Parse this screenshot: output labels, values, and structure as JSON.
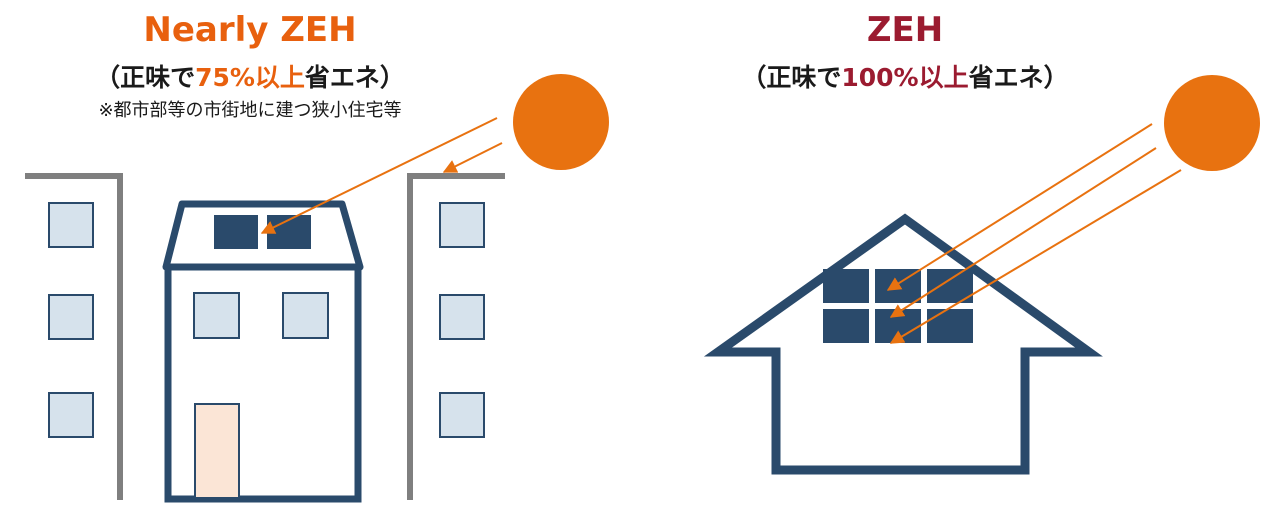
{
  "left": {
    "title": "Nearly ZEH",
    "subtitle_open": "（正味で",
    "subtitle_highlight": "75%以上",
    "subtitle_close": "省エネ）",
    "note": "※都市部等の市街地に建つ狭小住宅等"
  },
  "right": {
    "title": "ZEH",
    "subtitle_open": "（正味で",
    "subtitle_highlight": "100%以上",
    "subtitle_close": "省エネ）"
  },
  "colors": {
    "orange": "#E8600E",
    "crimson": "#9B1B30",
    "navy": "#2A4A6B",
    "window": "#D6E2EC",
    "gray": "#7F7F7F",
    "door": "#FBE5D6",
    "sun": "#E87210"
  }
}
